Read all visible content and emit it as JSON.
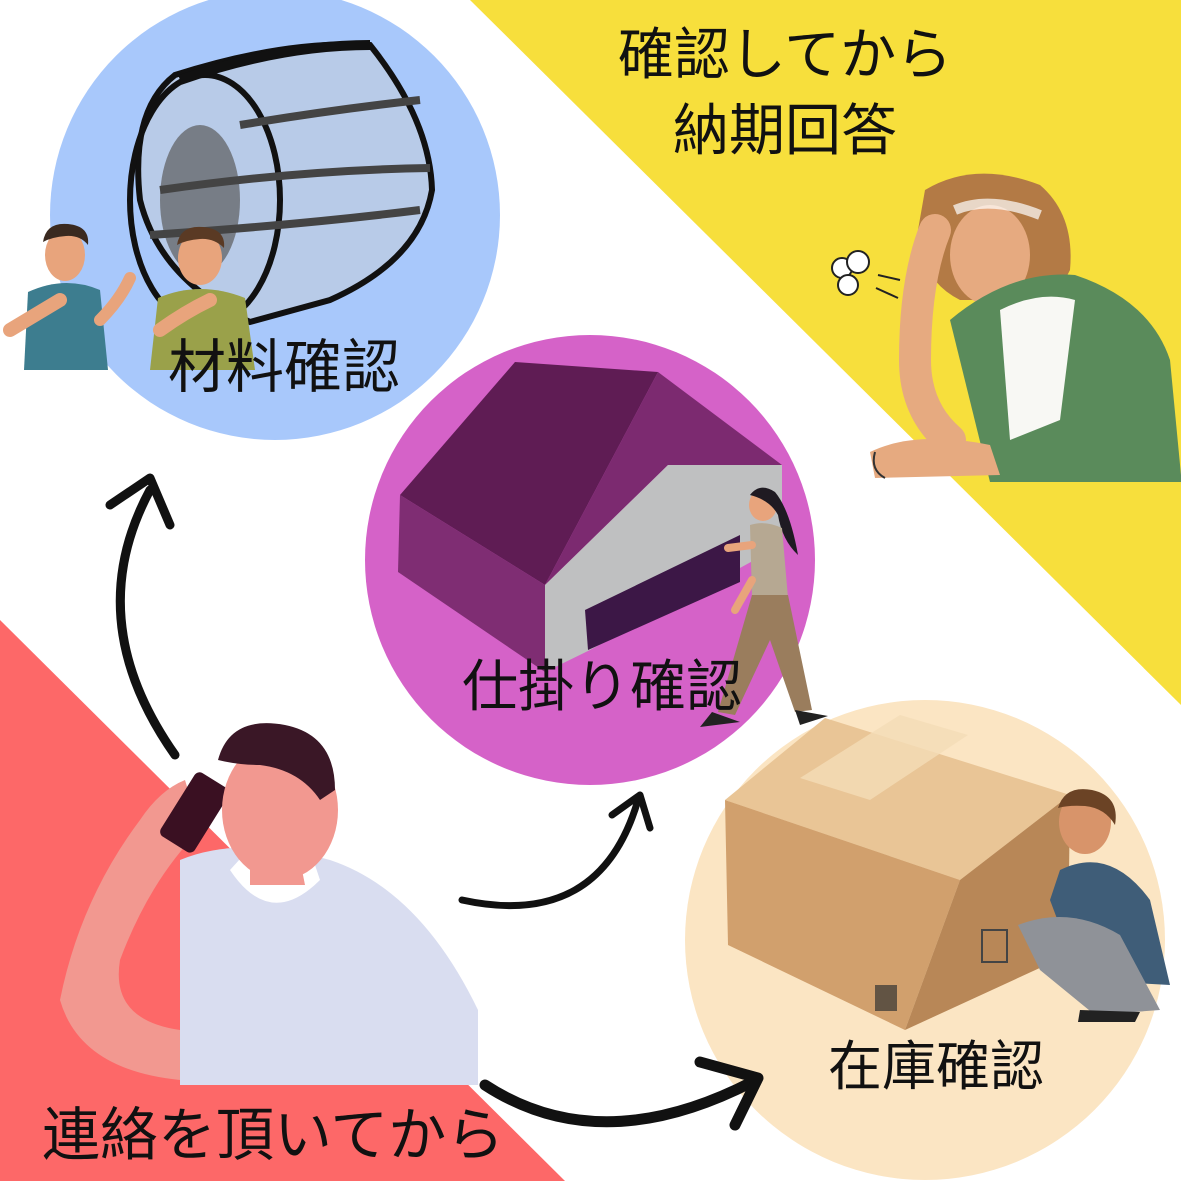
{
  "labels": {
    "answer_line1": "確認してから",
    "answer_line2": "納期回答",
    "material_check": "材料確認",
    "wip_check": "仕掛り確認",
    "stock_check": "在庫確認",
    "contact": "連絡を頂いてから"
  },
  "colors": {
    "background": "#ffffff",
    "yellow_corner": "#f7df3c",
    "red_corner": "#fd6868",
    "blue_circle": "#a8c8fb",
    "purple_circle": "#d562c8",
    "cream_circle": "#fbe5c3",
    "arrow": "#111111"
  },
  "icons": {
    "material": "steel-coil-icon",
    "wip": "warehouse-icon",
    "stock": "cardboard-box-icon",
    "caller": "phone-caller-icon",
    "answerer": "thinking-woman-icon"
  }
}
